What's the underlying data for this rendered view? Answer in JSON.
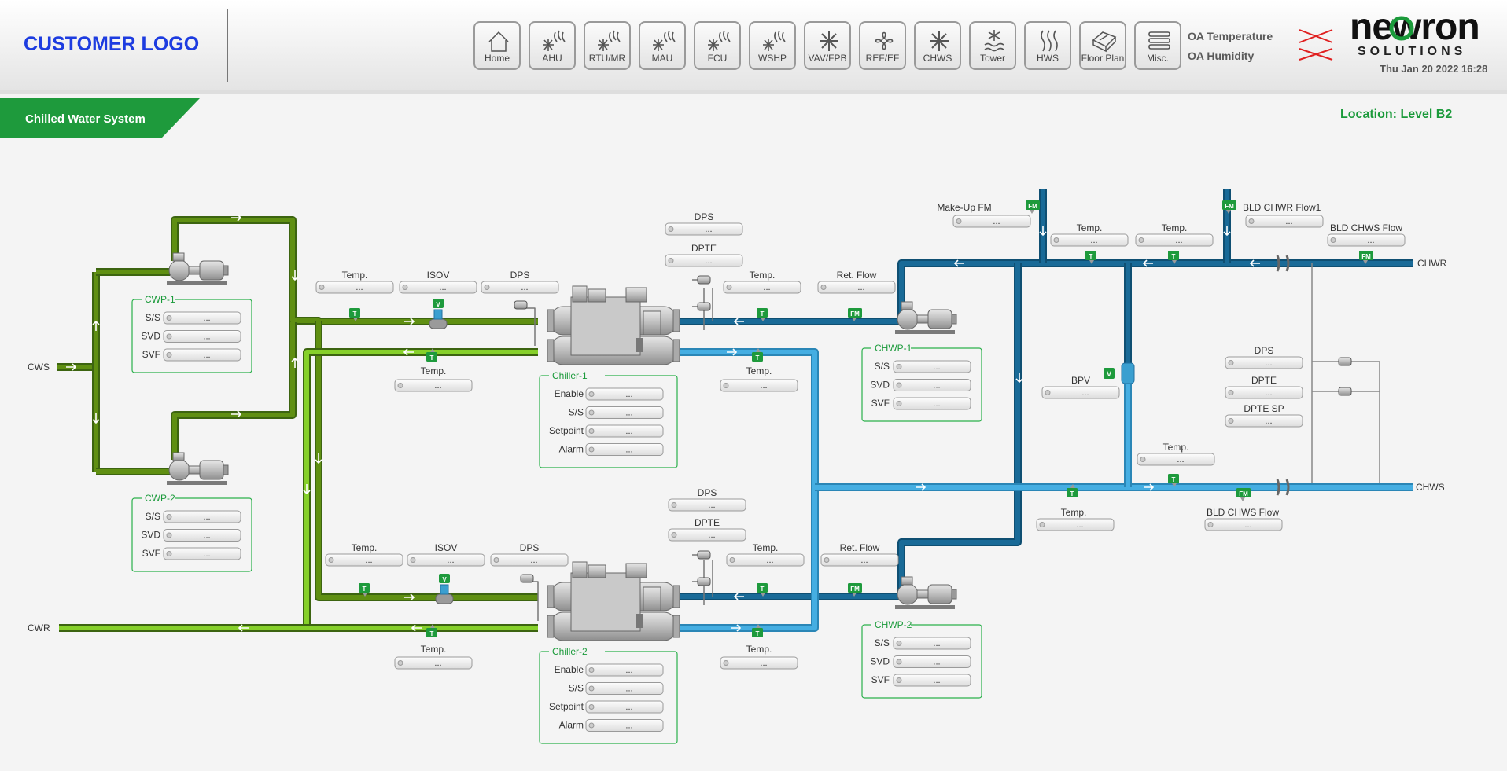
{
  "header": {
    "logo": "CUSTOMER LOGO",
    "nav": [
      {
        "label": "Home",
        "icon": "home-icon"
      },
      {
        "label": "AHU",
        "icon": "ahu-icon"
      },
      {
        "label": "RTU/MR",
        "icon": "rtu-icon"
      },
      {
        "label": "MAU",
        "icon": "mau-icon"
      },
      {
        "label": "FCU",
        "icon": "fcu-icon"
      },
      {
        "label": "WSHP",
        "icon": "wshp-icon"
      },
      {
        "label": "VAV/FPB",
        "icon": "snowflake-icon"
      },
      {
        "label": "REF/EF",
        "icon": "fan-icon"
      },
      {
        "label": "CHWS",
        "icon": "snowflake-icon"
      },
      {
        "label": "Tower",
        "icon": "tower-icon"
      },
      {
        "label": "HWS",
        "icon": "heat-icon"
      },
      {
        "label": "Floor Plan",
        "icon": "floor-plan-icon"
      },
      {
        "label": "Misc.",
        "icon": "menu-icon"
      }
    ],
    "oa_temperature_label": "OA Temperature",
    "oa_humidity_label": "OA Humidity",
    "brand": "newron",
    "brand_sub": "SOLUTIONS",
    "datetime": "Thu Jan 20 2022 16:28"
  },
  "page": {
    "title": "Chilled Water System",
    "location": "Location: Level B2"
  },
  "colors": {
    "cw_supply": "#5f8f12",
    "cw_return": "#86d02a",
    "chw_return": "#196a97",
    "chw_supply": "#45aee2",
    "accent_green": "#1a9a3a"
  },
  "system": {
    "cws_label": "CWS",
    "cwr_label": "CWR",
    "chwr_label": "CHWR",
    "chws_label": "CHWS",
    "placeholder": "...",
    "temp_label": "Temp.",
    "isov_label": "ISOV",
    "dps_label": "DPS",
    "dpte_label": "DPTE",
    "ret_flow_label": "Ret. Flow",
    "makeup_fm_label": "Make-Up FM",
    "bld_chwr_flow_label": "BLD CHWR Flow1",
    "bld_chws_flow_label": "BLD CHWS Flow",
    "bpv_label": "BPV",
    "dpte_sp_label": "DPTE SP"
  },
  "equipment": {
    "cwp1": {
      "title": "CWP-1",
      "rows": [
        "S/S",
        "SVD",
        "SVF"
      ]
    },
    "cwp2": {
      "title": "CWP-2",
      "rows": [
        "S/S",
        "SVD",
        "SVF"
      ]
    },
    "chwp1": {
      "title": "CHWP-1",
      "rows": [
        "S/S",
        "SVD",
        "SVF"
      ]
    },
    "chwp2": {
      "title": "CHWP-2",
      "rows": [
        "S/S",
        "SVD",
        "SVF"
      ]
    },
    "chiller1": {
      "title": "Chiller-1",
      "rows": [
        "Enable",
        "S/S",
        "Setpoint",
        "Alarm"
      ]
    },
    "chiller2": {
      "title": "Chiller-2",
      "rows": [
        "Enable",
        "S/S",
        "Setpoint",
        "Alarm"
      ]
    }
  },
  "tags": {
    "temp": "T",
    "flow": "FM",
    "valve": "V"
  }
}
